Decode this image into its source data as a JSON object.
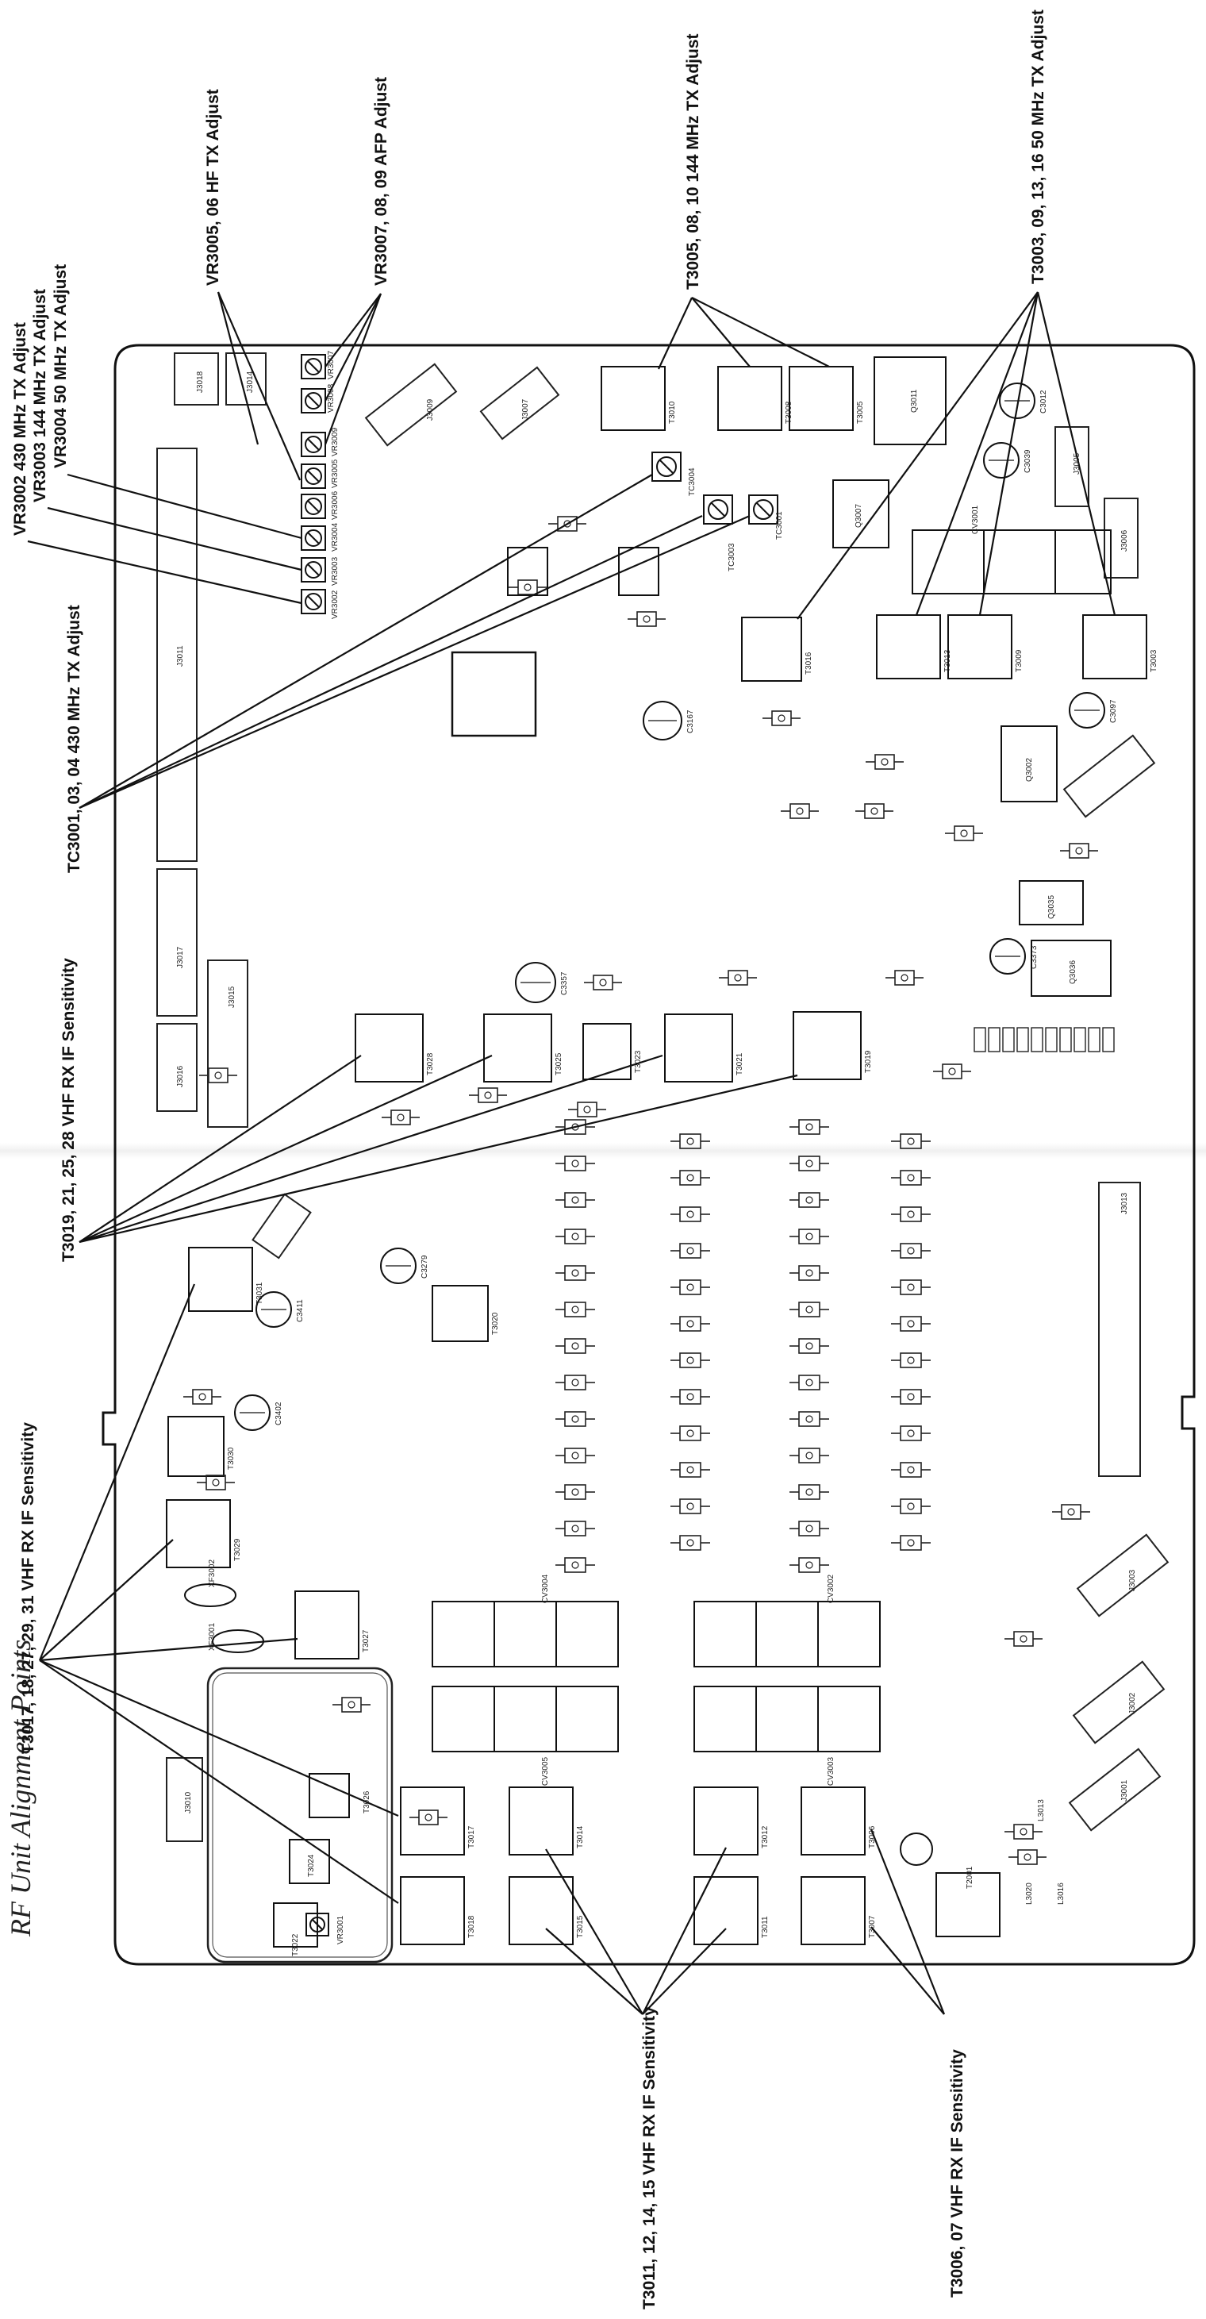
{
  "page_title": "RF Unit Alignment Points",
  "callouts": {
    "vr3002": "VR3002 430 MHz TX Adjust",
    "vr3003": "VR3003 144 MHz TX Adjust",
    "vr3004": "VR3004 50 MHz TX Adjust",
    "vr3005": "VR3005, 06 HF TX Adjust",
    "vr3007": "VR3007, 08, 09 AFP Adjust",
    "tc3001": "TC3001, 03, 04 430 MHz TX Adjust",
    "t3005": "T3005, 08, 10 144 MHz TX Adjust",
    "t3003": "T3003, 09, 13, 16 50 MHz TX Adjust",
    "t3019": "T3019, 21, 25, 28 VHF RX IF Sensitivity",
    "t3017": "T3017, 18, 27, 29, 31 VHF RX IF Sensitivity",
    "t3011": "T3011, 12, 14, 15 VHF RX IF Sensitivity",
    "t3006": "T3006, 07 VHF RX IF Sensitivity"
  },
  "components": {
    "vr": [
      {
        "id": "vr3002",
        "label": "VR3002"
      },
      {
        "id": "vr3003",
        "label": "VR3003"
      },
      {
        "id": "vr3004",
        "label": "VR3004"
      },
      {
        "id": "vr3005",
        "label": "VR3005"
      },
      {
        "id": "vr3006",
        "label": "VR3006"
      },
      {
        "id": "vr3007",
        "label": "VR3007"
      },
      {
        "id": "vr3008",
        "label": "VR3008"
      },
      {
        "id": "vr3009",
        "label": "VR3009"
      }
    ],
    "tc": [
      {
        "id": "tc3001",
        "label": "TC3001"
      },
      {
        "id": "tc3003",
        "label": "TC3003"
      },
      {
        "id": "tc3004",
        "label": "TC3004"
      }
    ],
    "transformers": [
      {
        "id": "t3003",
        "label": "T3003"
      },
      {
        "id": "t3005",
        "label": "T3005"
      },
      {
        "id": "t3006",
        "label": "T3006"
      },
      {
        "id": "t3007",
        "label": "T3007"
      },
      {
        "id": "t3008",
        "label": "T3008"
      },
      {
        "id": "t3009",
        "label": "T3009"
      },
      {
        "id": "t3010",
        "label": "T3010"
      },
      {
        "id": "t3011",
        "label": "T3011"
      },
      {
        "id": "t3012",
        "label": "T3012"
      },
      {
        "id": "t3013",
        "label": "T3013"
      },
      {
        "id": "t3014",
        "label": "T3014"
      },
      {
        "id": "t3015",
        "label": "T3015"
      },
      {
        "id": "t3016",
        "label": "T3016"
      },
      {
        "id": "t3017",
        "label": "T3017"
      },
      {
        "id": "t3018",
        "label": "T3018"
      },
      {
        "id": "t3019",
        "label": "T3019"
      },
      {
        "id": "t3020",
        "label": "T3020"
      },
      {
        "id": "t3021",
        "label": "T3021"
      },
      {
        "id": "t3023",
        "label": "T3023"
      },
      {
        "id": "t3025",
        "label": "T3025"
      },
      {
        "id": "t3027",
        "label": "T3027"
      },
      {
        "id": "t3028",
        "label": "T3028"
      },
      {
        "id": "t3029",
        "label": "T3029"
      },
      {
        "id": "t3030",
        "label": "T3030"
      },
      {
        "id": "t3031",
        "label": "T3031"
      }
    ],
    "connectors": [
      {
        "id": "j3001",
        "label": "J3001"
      },
      {
        "id": "j3002",
        "label": "J3002"
      },
      {
        "id": "j3003",
        "label": "J3003"
      },
      {
        "id": "j3005",
        "label": "J3005"
      },
      {
        "id": "j3006",
        "label": "J3006"
      },
      {
        "id": "j3007",
        "label": "J3007"
      },
      {
        "id": "j3009",
        "label": "J3009"
      },
      {
        "id": "j3010",
        "label": "J3010"
      },
      {
        "id": "j3011",
        "label": "J3011"
      },
      {
        "id": "j3013",
        "label": "J3013"
      },
      {
        "id": "j3014",
        "label": "J3014"
      },
      {
        "id": "j3015",
        "label": "J3015"
      },
      {
        "id": "j3016",
        "label": "J3016"
      },
      {
        "id": "j3017",
        "label": "J3017"
      },
      {
        "id": "j3018",
        "label": "J3018"
      }
    ],
    "ics": [
      {
        "id": "q3002",
        "label": "Q3002"
      },
      {
        "id": "q3007",
        "label": "Q3007"
      },
      {
        "id": "q3011",
        "label": "Q3011"
      },
      {
        "id": "q3035",
        "label": "Q3035"
      },
      {
        "id": "q3036",
        "label": "Q3036"
      }
    ],
    "cv": [
      {
        "id": "cv3001",
        "label": "CV3001"
      },
      {
        "id": "cv3002",
        "label": "CV3002"
      },
      {
        "id": "cv3003",
        "label": "CV3003"
      },
      {
        "id": "cv3004",
        "label": "CV3004"
      },
      {
        "id": "cv3005",
        "label": "CV3005"
      }
    ],
    "caps": [
      {
        "id": "c3012",
        "label": "C3012"
      },
      {
        "id": "c3039",
        "label": "C3039"
      },
      {
        "id": "c3097",
        "label": "C3097"
      },
      {
        "id": "c3167",
        "label": "C3167"
      },
      {
        "id": "c3279",
        "label": "C3279"
      },
      {
        "id": "c3357",
        "label": "C3357"
      },
      {
        "id": "c3373",
        "label": "C3373"
      },
      {
        "id": "c3402",
        "label": "C3402"
      },
      {
        "id": "c3411",
        "label": "C3411"
      }
    ],
    "misc": [
      {
        "id": "t3022",
        "label": "T3022"
      },
      {
        "id": "t3024",
        "label": "T3024"
      },
      {
        "id": "t3026",
        "label": "T3026"
      },
      {
        "id": "vr3001",
        "label": "VR3001"
      },
      {
        "id": "xf3001",
        "label": "XF3001"
      },
      {
        "id": "xf3002",
        "label": "XF3002"
      },
      {
        "id": "t2001",
        "label": "T2001"
      },
      {
        "id": "l3013",
        "label": "L3013"
      },
      {
        "id": "l3016",
        "label": "L3016"
      },
      {
        "id": "l3020",
        "label": "L3020"
      }
    ]
  }
}
